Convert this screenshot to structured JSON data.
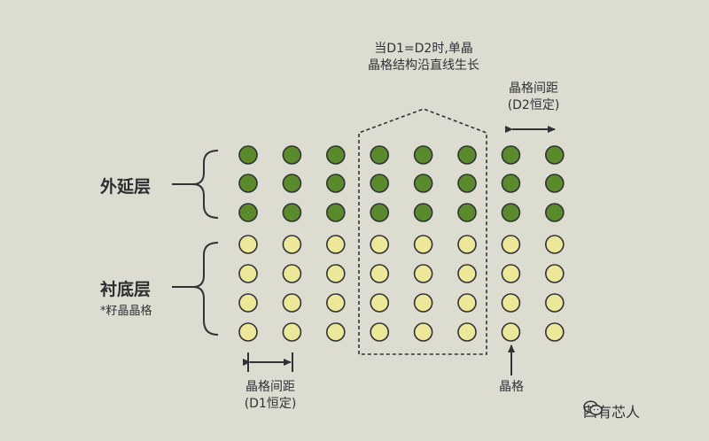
{
  "layers": {
    "epitaxial": {
      "label": "外延层"
    },
    "substrate": {
      "label": "衬底层",
      "sublabel": "*籽晶晶格"
    }
  },
  "annotations": {
    "top_note_line1": "当D1=D2时,单晶",
    "top_note_line2": "晶格结构沿直线生长",
    "d2_line1": "晶格间距",
    "d2_line2": "(D2恒定)",
    "d1_line1": "晶格间距",
    "d1_line2": "(D1恒定)",
    "lattice": "晶格"
  },
  "atoms": {
    "columns": 8,
    "epitaxial_rows": 3,
    "substrate_rows": 4,
    "epitaxial_color": "#5a8a2c",
    "substrate_color": "#ede79a",
    "outline_color": "#2f3336"
  },
  "colors": {
    "background": "#dcdcd0",
    "line": "#2f3336"
  },
  "watermark": {
    "icon": "wechat-icon",
    "text": "四有芯人"
  }
}
